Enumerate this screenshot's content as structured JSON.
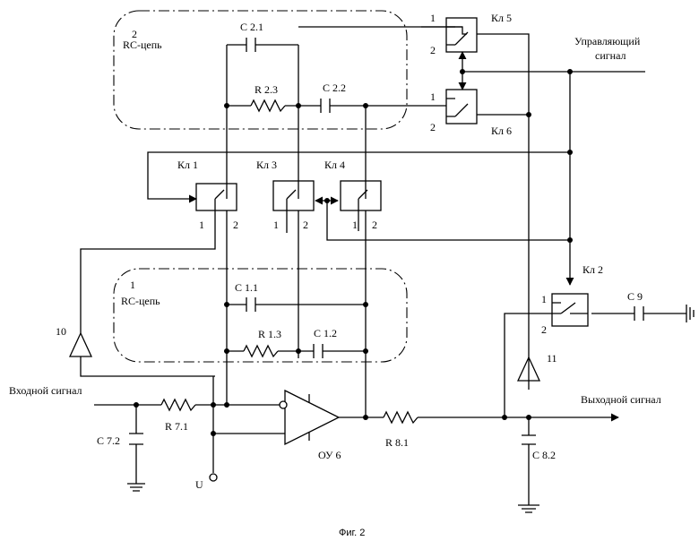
{
  "rc_chain_2": {
    "number": "2",
    "label": "RC-цепь"
  },
  "rc_chain_1": {
    "number": "1",
    "label": "RC-цепь"
  },
  "switches": {
    "kl1": {
      "label": "Кл 1",
      "pin1": "1",
      "pin2": "2"
    },
    "kl2": {
      "label": "Кл 2",
      "pin1": "1",
      "pin2": "2"
    },
    "kl3": {
      "label": "Кл 3",
      "pin1": "1",
      "pin2": "2"
    },
    "kl4": {
      "label": "Кл 4",
      "pin1": "1",
      "pin2": "2"
    },
    "kl5": {
      "label": "Кл 5",
      "pin1": "1",
      "pin2": "2"
    },
    "kl6": {
      "label": "Кл 6",
      "pin1": "1",
      "pin2": "2"
    }
  },
  "components": {
    "c21": "C 2.1",
    "r23": "R 2.3",
    "c22": "C 2.2",
    "c11": "C 1.1",
    "r13": "R 1.3",
    "c12": "C 1.2",
    "r71": "R 7.1",
    "c72": "C 7.2",
    "r81": "R 8.1",
    "c82": "C 8.2",
    "c9": "C 9",
    "opamp": "ОУ 6",
    "buf10": "10",
    "buf11": "11",
    "u": "U"
  },
  "signals": {
    "control_line1": "Управляющий",
    "control_line2": "сигнал",
    "input": "Входной сигнал",
    "output": "Выходной сигнал"
  },
  "caption": "Фиг. 2"
}
